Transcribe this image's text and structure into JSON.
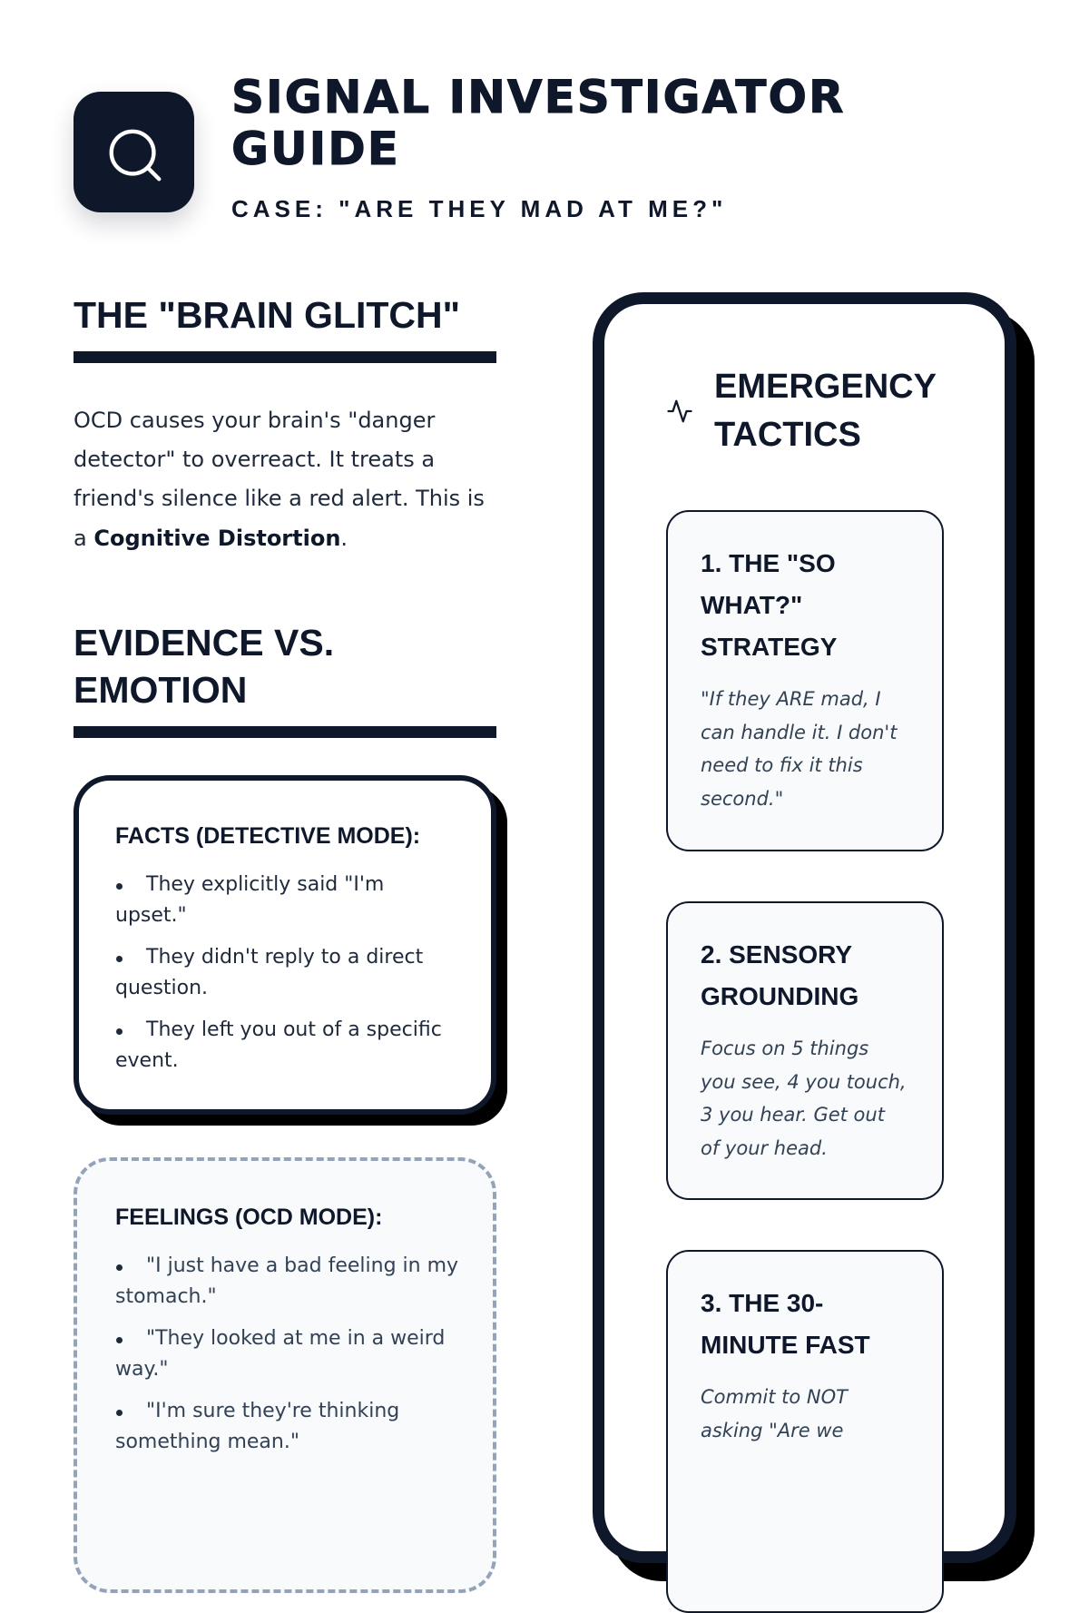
{
  "header": {
    "icon": "search-icon",
    "title": "SIGNAL INVESTIGATOR GUIDE",
    "subtitle": "CASE: \"ARE THEY MAD AT ME?\""
  },
  "brain_glitch": {
    "heading": "THE \"BRAIN GLITCH\"",
    "text": "OCD causes your brain's \"danger\ndetector\" to overreact. It treats a\nfriend's silence like a red alert. This is\na ",
    "bold": "Cognitive Distortion",
    "end": "."
  },
  "evidence": {
    "heading": "EVIDENCE VS. EMOTION",
    "facts": {
      "title": "FACTS (DETECTIVE MODE):",
      "items": [
        "They explicitly said \"I'm\nupset.\"",
        "They didn't reply to a direct\nquestion.",
        "They left you out of a specific\nevent."
      ]
    },
    "feelings": {
      "title": "FEELINGS (OCD MODE):",
      "items": [
        "\"I just have a bad feeling in my\nstomach.\"",
        "\"They looked at me in a weird\nway.\"",
        "\"I'm sure they're thinking\nsomething mean.\""
      ]
    }
  },
  "tactics": {
    "icon": "activity-icon",
    "heading": "EMERGENCY TACTICS",
    "cards": [
      {
        "title": "1. THE \"SO WHAT?\" STRATEGY",
        "body": "\"If they ARE mad, I\ncan handle it. I don't\nneed to fix it this\nsecond.\""
      },
      {
        "title": "2. SENSORY GROUNDING",
        "body": "Focus on 5 things\nyou see, 4 you touch,\n3 you hear. Get out\nof your head."
      },
      {
        "title": "3. THE 30-MINUTE FAST",
        "body": "Commit to NOT\nasking \"Are we"
      }
    ]
  },
  "colors": {
    "navy": "#0f172a",
    "shadow": "#000000",
    "body_text": "#1e293b",
    "muted_text": "#334155",
    "dashed_border": "#94a3b8",
    "card_background": "#f8fafc"
  }
}
